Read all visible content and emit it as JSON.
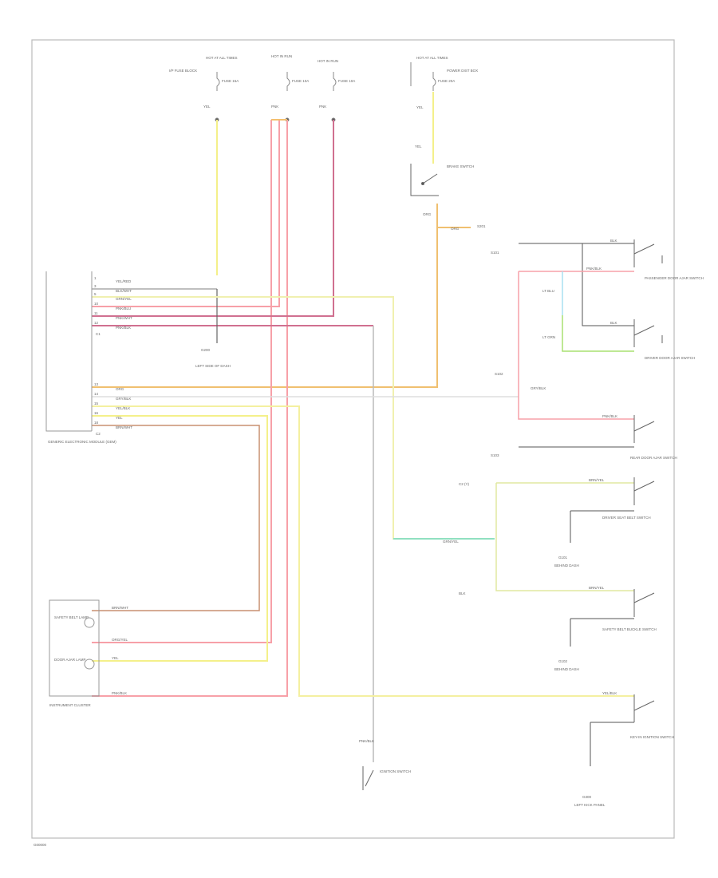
{
  "diagram": {
    "fig_id": "G00000",
    "colors": {
      "yellow": "#f4f08a",
      "pink": "#f7a0a8",
      "darkpink": "#d07090",
      "orange": "#f4c070",
      "gray": "#999999",
      "green": "#a8e070",
      "lightblue": "#a8e0f0",
      "brown": "#c89070",
      "black": "#555555"
    },
    "fuses": [
      {
        "header": "HOT AT ALL TIMES",
        "fuse": "FUSE 15A",
        "label": "I/P FUSE BLOCK",
        "wire": "YEL"
      },
      {
        "header": "HOT IN RUN",
        "fuse": "FUSE 10A",
        "wire": "PNK"
      },
      {
        "header": "HOT IN RUN",
        "fuse": "FUSE 10A",
        "wire": "PNK"
      },
      {
        "header": "HOT AT ALL TIMES",
        "fuse": "FUSE 20A",
        "label": "POWER DIST BOX",
        "wire": "YEL"
      }
    ],
    "switch_top": {
      "label": "BRAKE SWITCH",
      "wire_in": "YEL",
      "wire_out": "ORG"
    },
    "module": {
      "name": "GENERIC ELECTRONIC MODULE (GEM)",
      "connector_a": "C1",
      "connector_b": "C2",
      "pins_a": [
        {
          "pin": "1",
          "wire": "YEL/RED"
        },
        {
          "pin": "3",
          "wire": "BLK/WHT"
        },
        {
          "pin": "5",
          "wire": "GRN/YEL"
        },
        {
          "pin": "10",
          "wire": "PNK/BLU"
        },
        {
          "pin": "11",
          "wire": "PNK/WHT"
        },
        {
          "pin": "12",
          "wire": "PNK/BLK"
        }
      ],
      "pins_b": [
        {
          "pin": "13",
          "wire": "ORG"
        },
        {
          "pin": "14",
          "wire": "GRY/BLK"
        },
        {
          "pin": "15",
          "wire": "YEL/BLK"
        },
        {
          "pin": "16",
          "wire": "YEL"
        },
        {
          "pin": "18",
          "wire": "BRN/WHT"
        }
      ]
    },
    "ground_mid": {
      "label": "G200",
      "desc": "LEFT SIDE OF DASH"
    },
    "splice_top": {
      "label": "S201",
      "note": "ORG"
    },
    "right": {
      "items": [
        {
          "wire": "BLK",
          "label": "PASSENGER DOOR AJAR SWITCH"
        },
        {
          "wire": "BLK",
          "label": "DRIVER DOOR AJAR SWITCH"
        },
        {
          "wire": "PNK/BLK",
          "label": "REAR DOOR AJAR SWITCH"
        },
        {
          "wire": "BRN/YEL",
          "label": "DRIVER SEAT BELT SWITCH"
        },
        {
          "wire": "BRN/YEL",
          "label": "SAFETY BELT BUCKLE SWITCH"
        },
        {
          "wire": "YEL/BLK",
          "label": "KEY-IN IGNITION SWITCH"
        }
      ],
      "splices": [
        "S101",
        "S102",
        "S103",
        "C2 (Y)"
      ],
      "wire_labels": [
        "PNK/BLK",
        "GRY/BLK",
        "LT BLU",
        "LT GRN",
        "GRN/YEL",
        "BLK"
      ],
      "grounds": [
        {
          "label": "G101",
          "desc": "BEHIND DASH"
        },
        {
          "label": "G102",
          "desc": "BEHIND DASH"
        },
        {
          "label": "G300",
          "desc": "LEFT KICK PANEL"
        }
      ]
    },
    "cluster": {
      "name": "INSTRUMENT CLUSTER",
      "lamp1": "SAFETY BELT LAMP",
      "lamp2": "DOOR AJAR LAMP",
      "wires": [
        "BRN/WHT",
        "ORG/YEL",
        "YEL",
        "PNK/BLK"
      ]
    },
    "bottom_switch": {
      "label": "IGNITION SWITCH",
      "wire": "PNK/BLK"
    }
  }
}
